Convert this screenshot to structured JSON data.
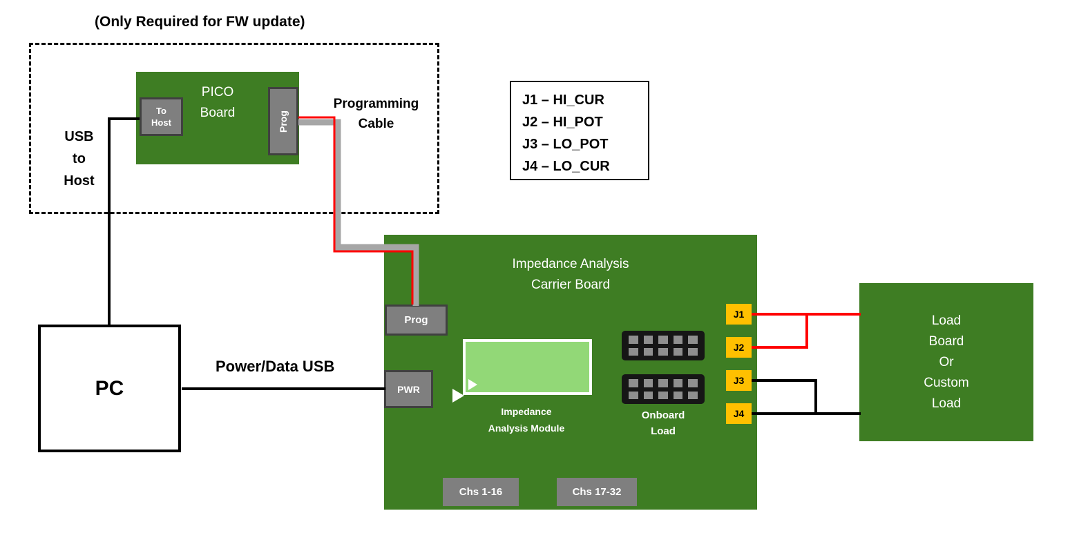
{
  "note": "(Only Required for FW update)",
  "pico": {
    "title": [
      "PICO",
      "Board"
    ],
    "to_host": [
      "To",
      "Host"
    ],
    "prog": "Prog"
  },
  "labels": {
    "usb_to_host": [
      "USB",
      "to",
      "Host"
    ],
    "programming_cable": [
      "Programming",
      "Cable"
    ],
    "power_data_usb": "Power/Data USB"
  },
  "legend": {
    "items": [
      "J1 – HI_CUR",
      "J2 – HI_POT",
      "J3 – LO_POT",
      "J4 – LO_CUR"
    ]
  },
  "pc": {
    "label": "PC"
  },
  "carrier": {
    "title": [
      "Impedance Analysis",
      "Carrier Board"
    ],
    "prog": "Prog",
    "pwr": "PWR",
    "module_label": [
      "Impedance",
      "Analysis Module"
    ],
    "onboard_label": [
      "Onboard",
      "Load"
    ],
    "channels": [
      "Chs 1-16",
      "Chs 17-32"
    ],
    "connectors": [
      "J1",
      "J2",
      "J3",
      "J4"
    ]
  },
  "load_board": {
    "lines": [
      "Load",
      "Board",
      "Or",
      "Custom",
      "Load"
    ]
  },
  "colors": {
    "board_green": "#3e7d23",
    "module_green": "#92d877",
    "connector_gray": "#7f7f7f",
    "connector_border": "#404040",
    "yellow": "#ffc000",
    "wire_red": "#ff0000",
    "cable_gray": "#a6a6a6"
  }
}
